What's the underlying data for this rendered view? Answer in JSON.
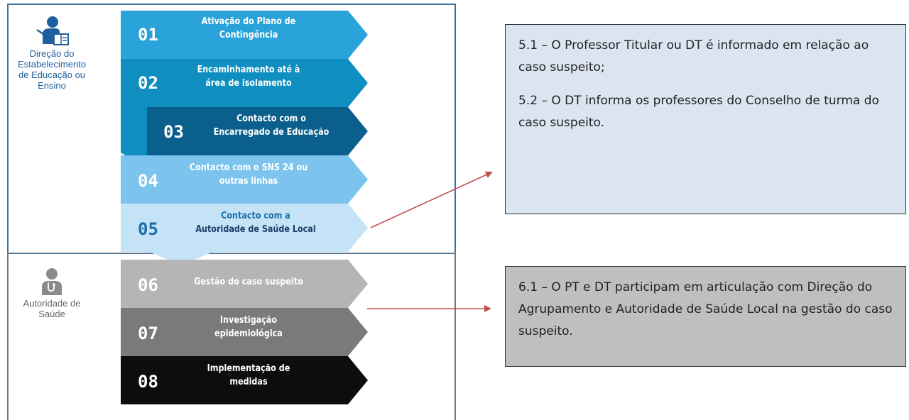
{
  "actors": {
    "school": {
      "label": "Direção do Estabelecimento de Educação ou Ensino",
      "icon": "teacher-icon",
      "color": "#1f5f9f"
    },
    "health": {
      "label": "Autoridade de Saúde",
      "icon": "doctor-icon",
      "color": "#8a8a8a"
    }
  },
  "steps": [
    {
      "num": "01",
      "text": "Ativação do Plano de Contingência",
      "color": "#29a3d9"
    },
    {
      "num": "02",
      "text": "Encaminhamento até à área de isolamento",
      "color": "#0e8fc0"
    },
    {
      "num": "03",
      "text": "Contacto com o Encarregado de Educação",
      "color": "#0b5f8c"
    },
    {
      "num": "04",
      "text": "Contacto com o SNS 24 ou outras linhas",
      "color": "#7cc4ee"
    },
    {
      "num": "05",
      "text_line1": "Contacto com a",
      "text_line2": "Autoridade de Saúde Local",
      "color": "#c5e3f6"
    },
    {
      "num": "06",
      "text": "Gestão do caso suspeito",
      "color": "#b5b5b5"
    },
    {
      "num": "07",
      "text": "Investigação epidemiológica",
      "color": "#7a7a7a"
    },
    {
      "num": "08",
      "text": "Implementação de medidas",
      "color": "#0d0d0d"
    }
  ],
  "notes": {
    "note1": {
      "p1": "5.1 – O Professor Titular ou DT é informado em relação ao caso suspeito;",
      "p2": "5.2 – O DT informa os professores do Conselho de turma do caso suspeito."
    },
    "note2": {
      "p1": "6.1 – O PT e DT participam em articulação com Direção do Agrupamento e Autoridade de Saúde Local na gestão do caso suspeito."
    }
  },
  "colors": {
    "arrow": "#c0504d",
    "frame_top": "#3f6f9f",
    "note1_bg": "#dbe5f1",
    "note2_bg": "#bfbfbf"
  }
}
